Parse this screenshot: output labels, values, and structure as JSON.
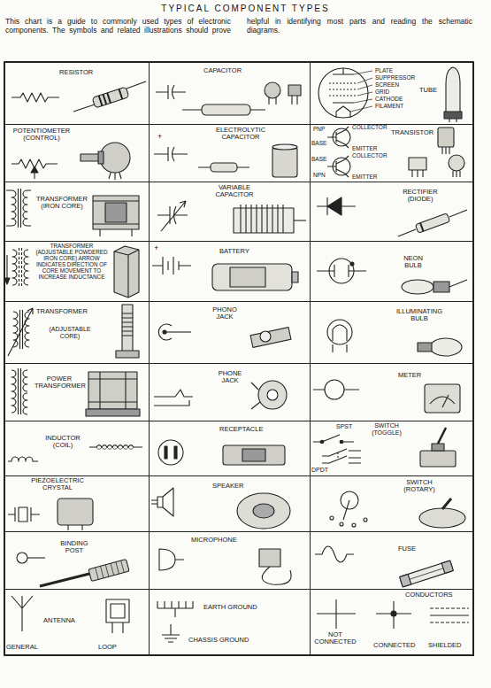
{
  "diagram": {
    "title": "TYPICAL COMPONENT TYPES",
    "nodes": [
      {
        "text": [
          "RESISTOR"
        ]
      },
      {
        "text": [
          "CAPACITOR"
        ]
      },
      {
        "text": [
          "PLATE",
          "SUPPRESSOR",
          "SCREEN",
          "GRID",
          "CATHODE",
          "FILAMENT",
          "TUBE"
        ]
      },
      {
        "text": [
          "POTENTIOMETER (CONTROL)"
        ]
      },
      {
        "text": [
          "+",
          "ELECTROLYTIC CAPACITOR"
        ]
      },
      {
        "text": [
          "PNP",
          "COLLECTOR",
          "TRANSISTOR",
          "BASE",
          "EMITTER",
          "COLLECTOR",
          "BASE",
          "NPN",
          "EMITTER"
        ]
      },
      {
        "text": [
          "TRANSFORMER (IRON CORE)"
        ]
      },
      {
        "text": [
          "VARIABLE CAPACITOR"
        ]
      },
      {
        "text": [
          "RECTIFIER (DIODE)"
        ]
      },
      {
        "text": [
          "TRANSFORMER (ADJUSTABLE POWDERED IRON CORE) ARROW INDICATES DIRECTION OF CORE MOVEMENT TO INCREASE INDUCTANCE"
        ]
      },
      {
        "text": [
          "+",
          "BATTERY"
        ]
      },
      {
        "text": [
          "NEON BULB"
        ]
      },
      {
        "text": [
          "TRANSFORMER",
          "(ADJUSTABLE CORE)"
        ]
      },
      {
        "text": [
          "PHONO JACK"
        ]
      },
      {
        "text": [
          "ILLUMINATING BULB"
        ]
      },
      {
        "text": [
          "POWER TRANSFORMER"
        ]
      },
      {
        "text": [
          "PHONE JACK"
        ]
      },
      {
        "text": [
          "METER"
        ]
      },
      {
        "text": [
          "INDUCTOR (COIL)"
        ]
      },
      {
        "text": [
          "RECEPTACLE"
        ]
      },
      {
        "text": [
          "SPST",
          "SWITCH (TOGGLE)",
          "DPDT"
        ]
      },
      {
        "text": [
          "PIEZOELECTRIC CRYSTAL"
        ]
      },
      {
        "text": [
          "SPEAKER"
        ]
      },
      {
        "text": [
          "SWITCH (ROTARY)"
        ]
      },
      {
        "text": [
          "BINDING POST"
        ]
      },
      {
        "text": [
          "MICROPHONE"
        ]
      },
      {
        "text": [
          "FUSE"
        ]
      },
      {
        "text": [
          "ANTENNA",
          "GENERAL",
          "LOOP"
        ]
      },
      {
        "text": [
          "EARTH GROUND",
          "CHASSIS GROUND"
        ]
      },
      {
        "text": [
          "CONDUCTORS",
          "NOT CONNECTED",
          "CONNECTED",
          "SHIELDED"
        ]
      }
    ],
    "labels": [
      "This chart is a guide to commonly used types of electronic components. The symbols and related illustrations should prove helpful in identifying most parts and reading the schematic diagrams."
    ]
  }
}
